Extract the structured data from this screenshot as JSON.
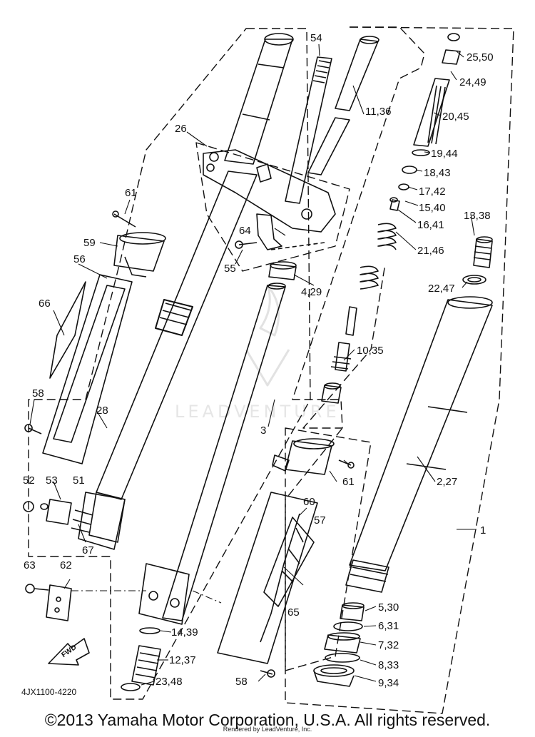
{
  "diagram": {
    "code": "4JX1100-4220",
    "fwd_label": "FWD",
    "watermark": "LEADVENTURE",
    "callouts": {
      "c1": "1",
      "c2_27": "2,27",
      "c3": "3",
      "c4_29": "4,29",
      "c5_30": "5,30",
      "c6_31": "6,31",
      "c7_32": "7,32",
      "c8_33": "8,33",
      "c9_34": "9,34",
      "c10_35": "10,35",
      "c11_36": "11,36",
      "c12_37": "12,37",
      "c13_38": "13,38",
      "c14_39": "14,39",
      "c15_40": "15,40",
      "c16_41": "16,41",
      "c17_42": "17,42",
      "c18_43": "18,43",
      "c19_44": "19,44",
      "c20_45": "20,45",
      "c21_46": "21,46",
      "c22_47": "22,47",
      "c23_48": "23,48",
      "c24_49": "24,49",
      "c25_50": "25,50",
      "c26": "26",
      "c28": "28",
      "c51": "51",
      "c52": "52",
      "c53": "53",
      "c54": "54",
      "c55": "55",
      "c56": "56",
      "c57": "57",
      "c58a": "58",
      "c58b": "58",
      "c59": "59",
      "c60": "60",
      "c61a": "61",
      "c61b": "61",
      "c62": "62",
      "c63": "63",
      "c64": "64",
      "c65": "65",
      "c66": "66",
      "c67": "67"
    }
  },
  "footer": {
    "copyright": "©2013 Yamaha Motor Corporation, U.S.A. All rights reserved.",
    "rendered_by": "Rendered by LeadVenture, Inc."
  }
}
